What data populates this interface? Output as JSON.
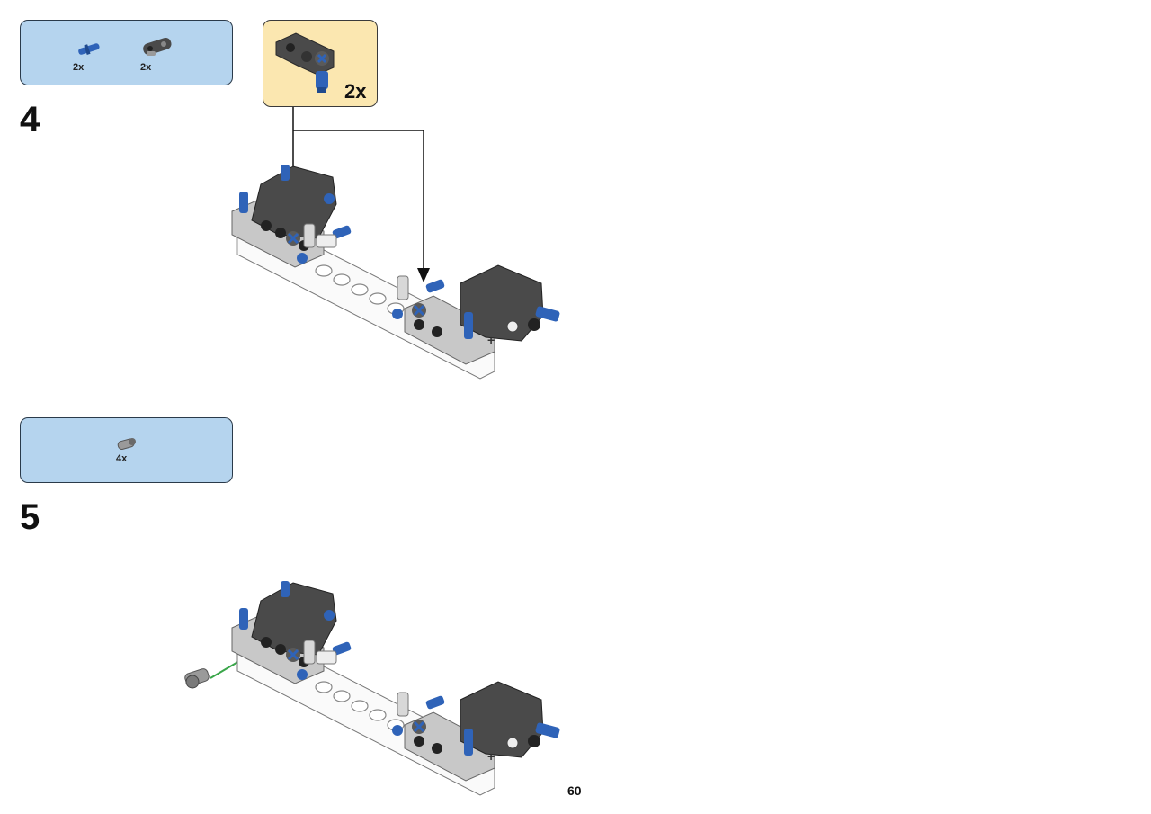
{
  "page": {
    "number": "60"
  },
  "steps": [
    {
      "number": "4",
      "parts": [
        {
          "icon": "blue-axle-pin-icon",
          "quantity": "2x"
        },
        {
          "icon": "dark-gray-pin-connector-icon",
          "quantity": "2x"
        }
      ],
      "subassembly": {
        "icon": "connector-with-pin-icon",
        "quantity": "2x"
      }
    },
    {
      "number": "5",
      "parts": [
        {
          "icon": "gray-bush-pin-icon",
          "quantity": "4x"
        }
      ]
    }
  ],
  "colors": {
    "parts_box": "#b5d4ee",
    "subassembly_box": "#fbe7b0",
    "dark_gray_part": "#4a4a4a",
    "blue_part": "#2f63b8",
    "light_gray_part": "#c8c8c8",
    "green_arrow": "#3aa64a"
  }
}
